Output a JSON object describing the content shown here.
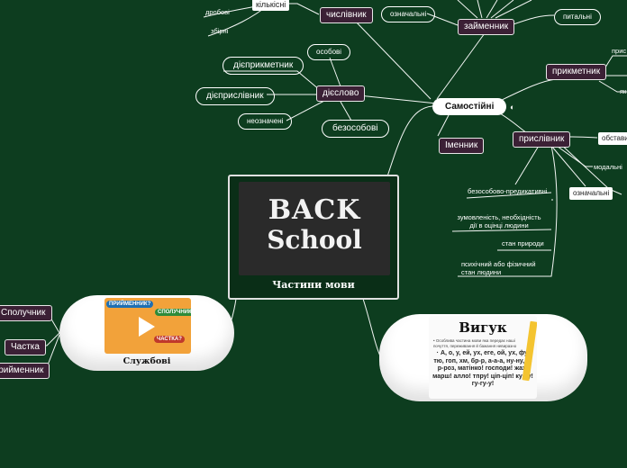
{
  "central": {
    "title": "Частини мови"
  },
  "branches": {
    "samostiini": "Самостійні",
    "sluzhbovi": "Службові",
    "vyhuk": "Вигук"
  },
  "pos_nodes": {
    "chyslivnyk": "числівник",
    "kilkisni": "кількісні",
    "zaimennyk": "займенник",
    "prykmetnyk": "прикметник",
    "diieslovo": "дієслово",
    "imennyk": "Іменник",
    "pryslivnyk": "прислівник"
  },
  "leaves": {
    "drobovi": "дробові",
    "zbirni": "збірні",
    "oznachalni_z": "означальні",
    "pytalni": "питальні",
    "osobovi": "особові",
    "diieprykmetnyk": "дієприкметник",
    "diieprysliv": "дієприслівник",
    "neoznacheni": "неозначені",
    "bezosobovi": "безособові",
    "pryk_right_1": "прис",
    "pryk_right_2": "як",
    "obstavyny": "обставин",
    "modalni": "модальні",
    "oznachalni_p": "означальні",
    "bezosob_pred": "безособово-предикативні",
    "zumovlenist": "зумовленість, необхідність дії в оцінці людини",
    "stan_pryrody": "стан природи",
    "psykhichnyi": "психічний або фізичний стан людини"
  },
  "service": {
    "spoluchnyk": "Сполучник",
    "chastka": "Частка",
    "pryimennyk": "Прийменник"
  },
  "images": {
    "board_line1": "BACK",
    "board_line2": "School",
    "sluzh_tags": [
      "ПРИЙМЕННИК?",
      "СПОЛУЧНИК?",
      "ЧАСТКА?"
    ],
    "vyhuk_title": "Вигук",
    "vyhuk_desc": "• Особлива частина мови яка передає наші почуття, переживання й бажання невиразно",
    "vyhuk_examples": "· А, о, у, ей, ух, еге, ой, ух, фу, тю, гоп, хм, бр-р, а-а-а, ну-ну, р-р-роз, матінко! господи! жах! марш! алло! тпру! ціп-ціп! ку-ку! гу-гу-у!"
  },
  "colors": {
    "background": "#0d3d1f",
    "node_dark": "#3b2035",
    "line": "#ffffff"
  }
}
